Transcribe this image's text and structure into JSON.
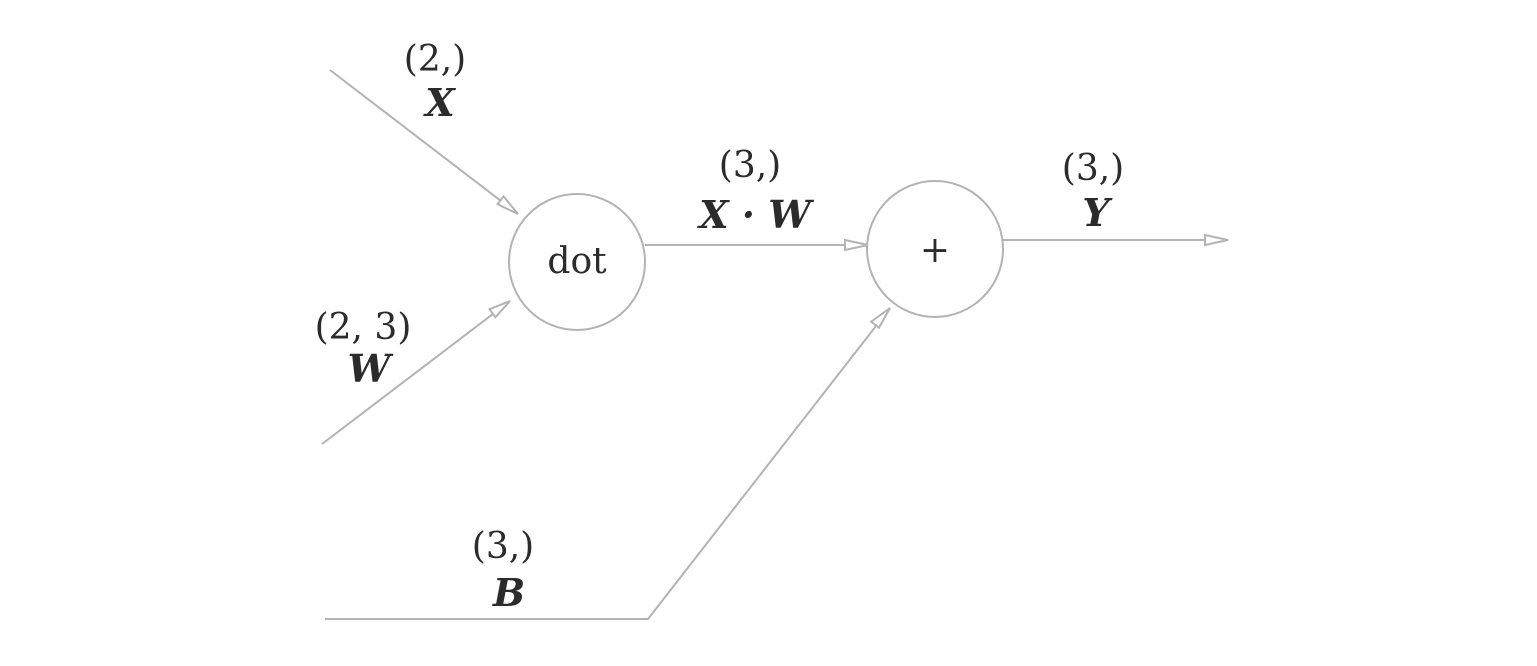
{
  "nodes": {
    "dot": {
      "label": "dot"
    },
    "add": {
      "label": "+"
    }
  },
  "edges": {
    "x": {
      "shape": "(2,)",
      "variable": "X"
    },
    "w": {
      "shape": "(2, 3)",
      "variable": "W"
    },
    "b": {
      "shape": "(3,)",
      "variable": "B"
    },
    "xw": {
      "shape": "(3,)",
      "variable": "X · W"
    },
    "y": {
      "shape": "(3,)",
      "variable": "Y"
    }
  },
  "colors": {
    "line": "#b3b3b3",
    "text": "#2b2b2b",
    "background": "#ffffff"
  }
}
